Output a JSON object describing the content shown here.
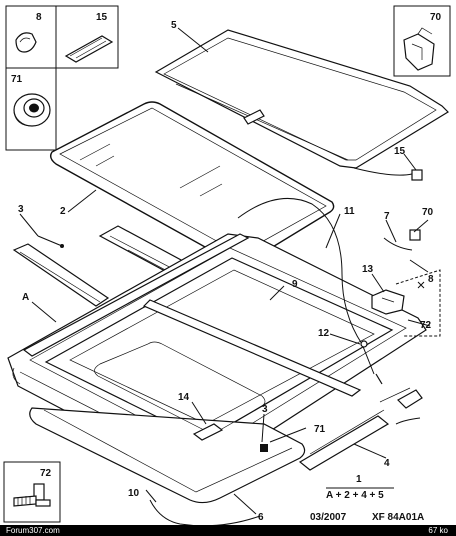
{
  "inset_boxes": [
    {
      "id": "8",
      "label": "8"
    },
    {
      "id": "15",
      "label": "15"
    },
    {
      "id": "71",
      "label": "71"
    },
    {
      "id": "70",
      "label": "70"
    },
    {
      "id": "72",
      "label": "72"
    }
  ],
  "callouts": {
    "c1": "1",
    "c2": "2",
    "c3": "3",
    "c4": "4",
    "c5": "5",
    "c6": "6",
    "c7": "7",
    "c8": "8",
    "c9": "9",
    "c10": "10",
    "c11": "11",
    "c12": "12",
    "c13": "13",
    "c14": "14",
    "c15": "15",
    "c70": "70",
    "c71": "71",
    "c72": "72",
    "cA": "A",
    "c3b": "3"
  },
  "formula": "A + 2 + 4 + 5",
  "date_code": "03/2007",
  "ref_code": "XF 84A01A",
  "footer": {
    "site": "Forum307.com",
    "size": "67 ko"
  }
}
